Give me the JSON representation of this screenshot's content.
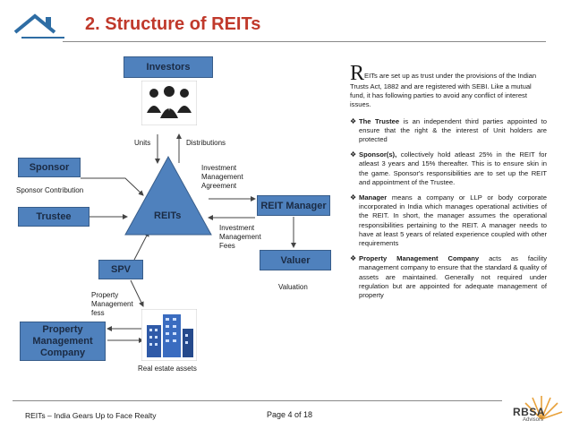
{
  "title": "2. Structure of REITs",
  "diagram": {
    "investors": "Investors",
    "sponsor": "Sponsor",
    "trustee": "Trustee",
    "reits": "REITs",
    "reit_manager": "REIT Manager",
    "valuer": "Valuer",
    "spv": "SPV",
    "property_management_company": "Property Management Company",
    "labels": {
      "units": "Units",
      "distributions": "Distributions",
      "sponsor_contribution": "Sponsor Contribution",
      "investment_management_agreement": "Investment Management Agreement",
      "investment_management_fees": "Investment Management Fees",
      "valuation": "Valuation",
      "property_management_fess": "Property Management fess",
      "real_estate_assets": "Real estate assets"
    }
  },
  "body": {
    "intro_initial": "R",
    "intro_rest": "EITs are set up as trust under the provisions of the Indian Trusts Act, 1882 and are registered with SEBI. Like a mutual fund, it has following parties to avoid any conflict of interest issues.",
    "bullets": [
      {
        "term": "The Trustee",
        "text": " is an independent third parties appointed to ensure that the right & the interest of Unit holders are protected"
      },
      {
        "term": "Sponsor(s),",
        "text": " collectively hold atleast 25% in the REIT for atleast 3 years and 15% thereafter. This is to ensure skin in the game. Sponsor's responsibilities are to set up the REIT and appointment of the Trustee."
      },
      {
        "term": "Manager",
        "text": " means a company or LLP or body corporate incorporated in India which manages operational activities of the REIT. In short, the manager assumes the operational responsibilities pertaining to the REIT. A manager needs to have at least 5 years of related experience coupled with other requirements"
      },
      {
        "term": "Property Management Company",
        "text": " acts as facility management company to ensure that the standard & quality of assets are maintained. Generally not required under regulation but are appointed for adequate management of property"
      }
    ]
  },
  "footer": {
    "left": "REITs – India Gears Up to Face Realty",
    "page": "Page 4 of 18"
  },
  "logo": {
    "name": "RBSA",
    "sub": "Advisors"
  },
  "colors": {
    "title": "#c0392b",
    "box": "#4f81bd",
    "triangle": "#4f81bd"
  }
}
